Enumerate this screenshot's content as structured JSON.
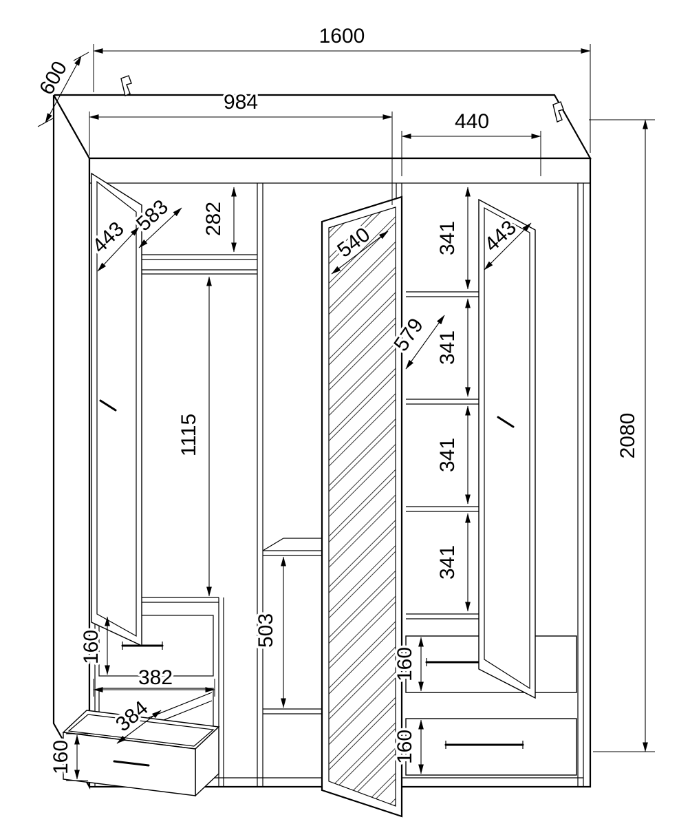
{
  "drawing": {
    "background": "#ffffff",
    "line_color": "#000000",
    "dims": {
      "total_width": "1600",
      "depth": "600",
      "left_section_width": "984",
      "right_section_width": "440",
      "total_height": "2080",
      "left_door_width": "443",
      "left_shelf_depth": "583",
      "top_shelf_height": "282",
      "mirror_door_width": "540",
      "right_shelf_depth": "579",
      "right_shelf_gap_1": "341",
      "right_shelf_gap_2": "341",
      "right_shelf_gap_3": "341",
      "right_shelf_gap_4": "341",
      "hanging_space_height": "1115",
      "center_bottom_height": "503",
      "left_drawer_height": "160",
      "left_drawer_width": "382",
      "drawer_inner_depth": "384",
      "open_drawer_height": "160",
      "right_drawer_top_height": "160",
      "right_drawer_bottom_height": "160",
      "right_door_width": "443"
    }
  }
}
